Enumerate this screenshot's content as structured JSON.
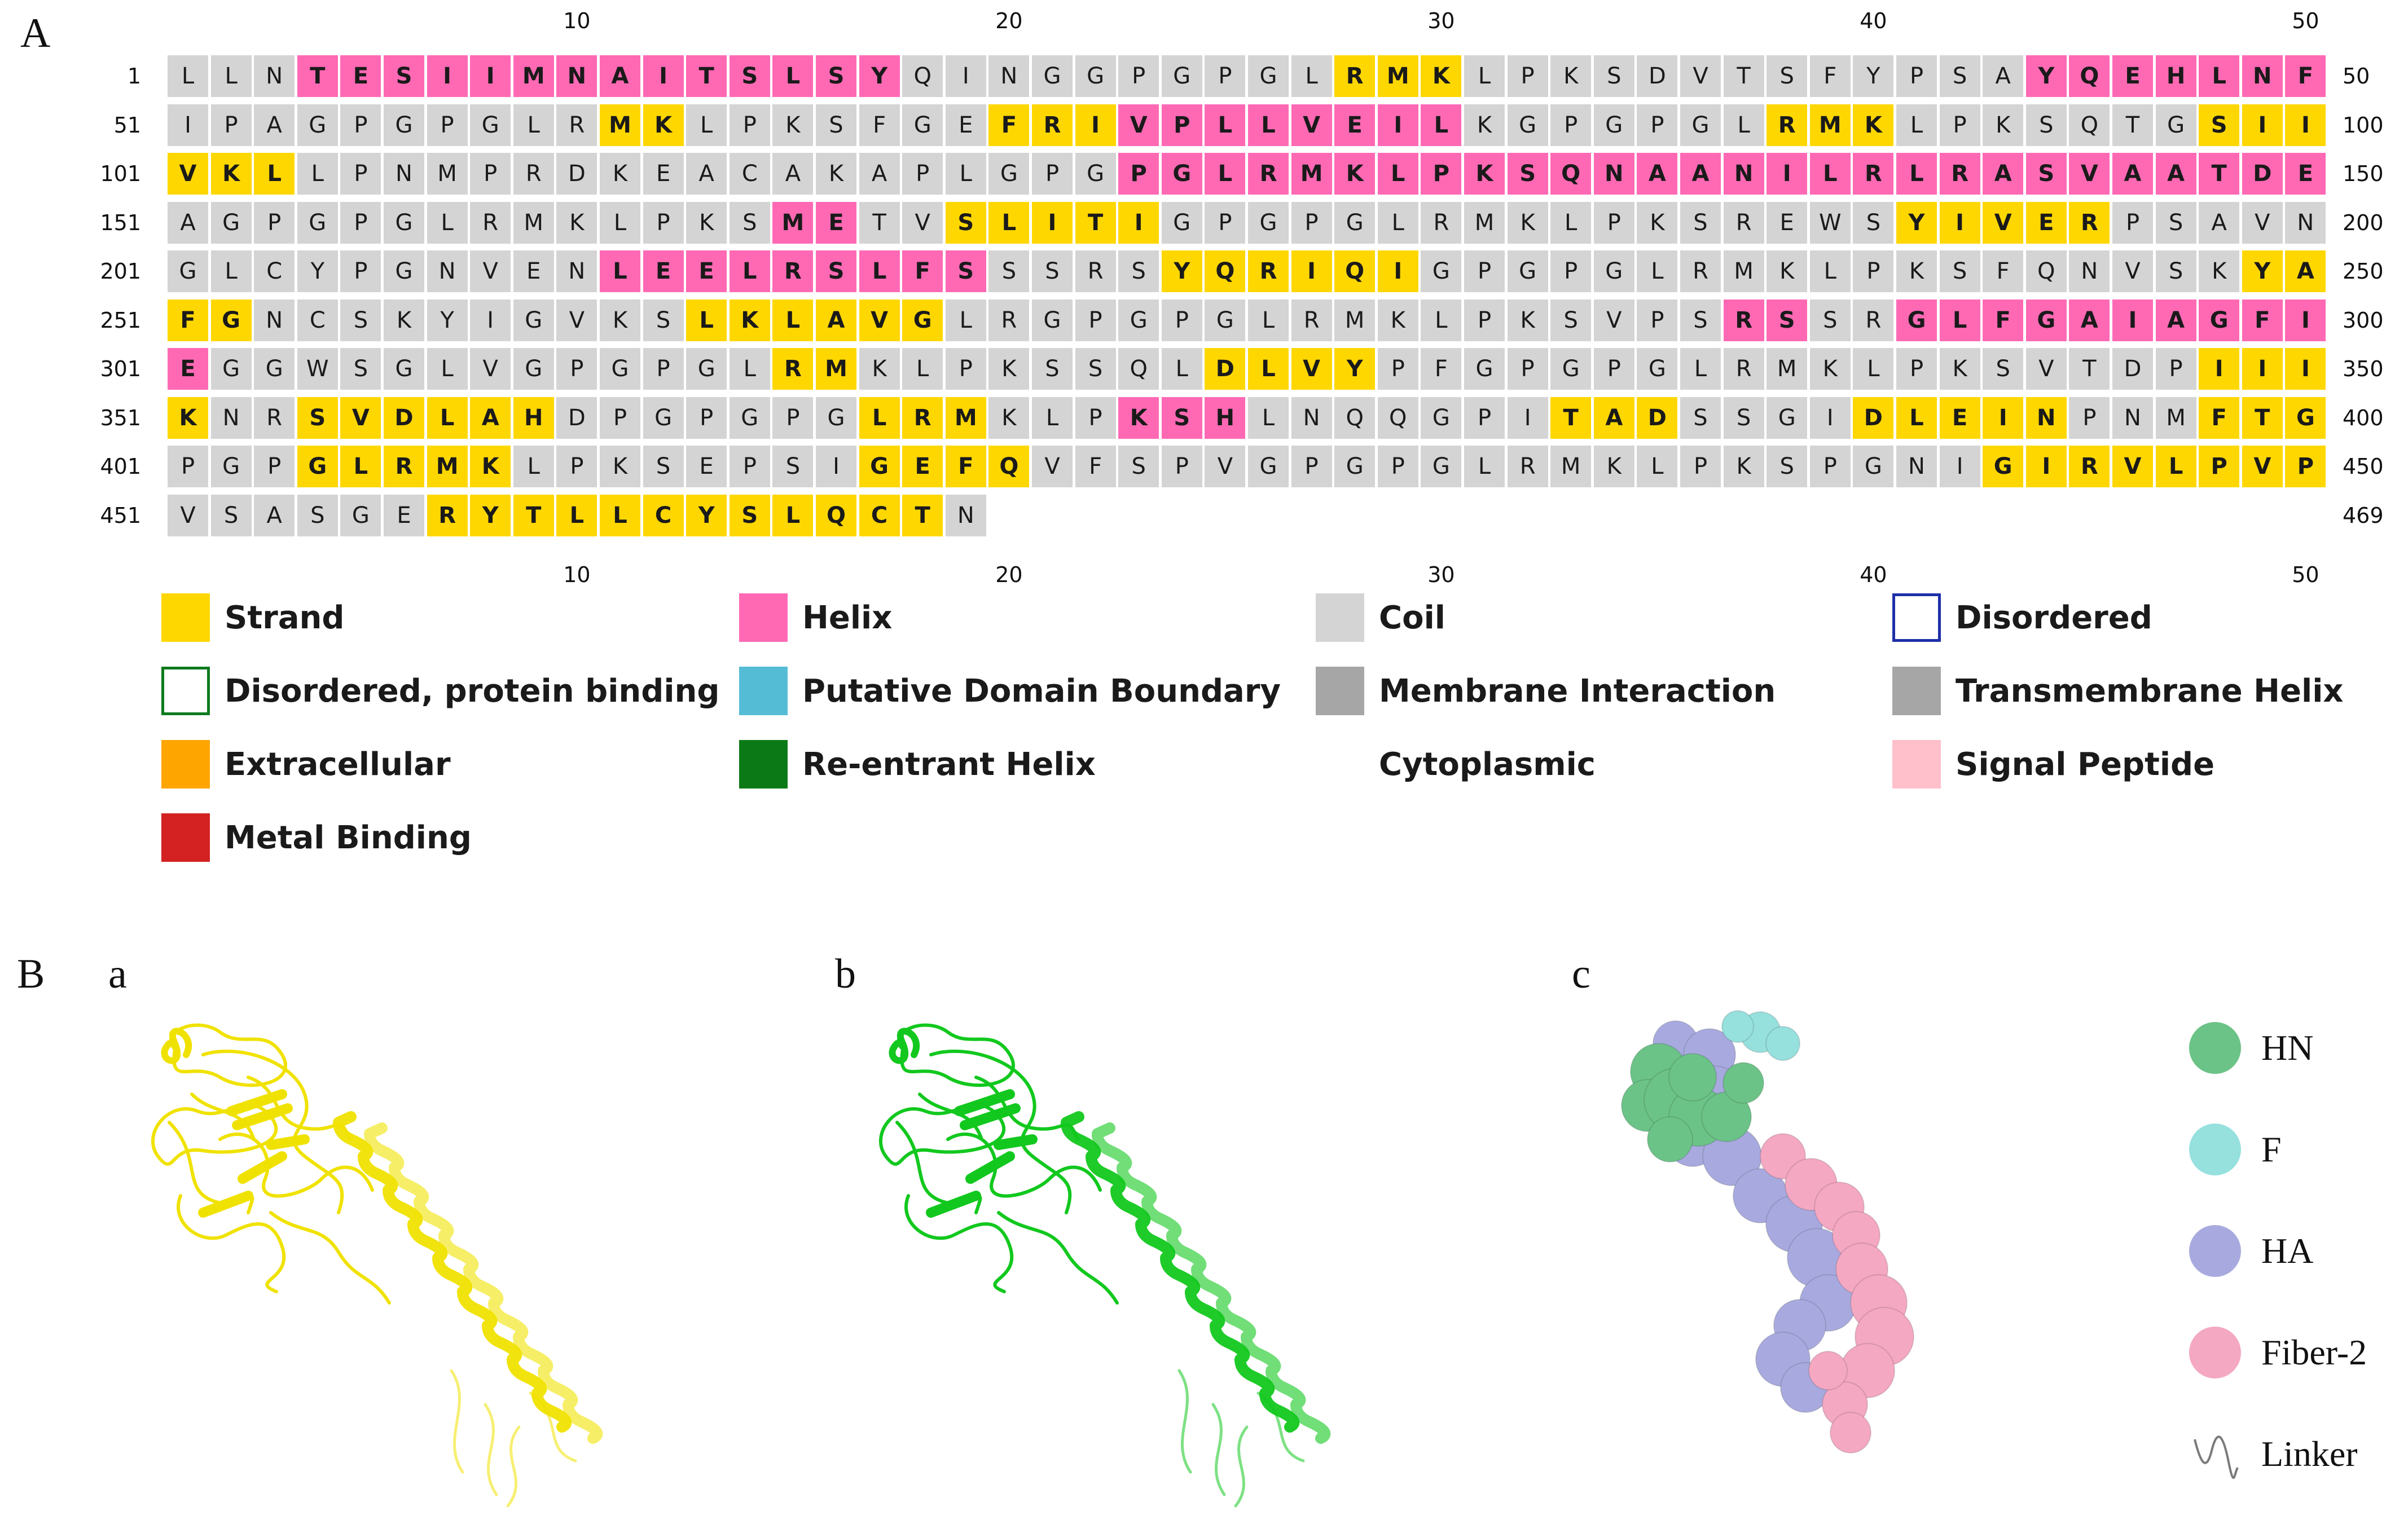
{
  "panel_a_label": "A",
  "panel_b_label": "B",
  "column_numbers": [
    "10",
    "20",
    "30",
    "40",
    "50"
  ],
  "rows": [
    {
      "start": "1",
      "end": "50",
      "seq": "LLNTESIIMNAITSLSYQINGGPGPGLRMKLPKSDVTSFYPSAYQEHLNF",
      "ss": "CCCHHHHHHHHHHHHHHCCCCCCCCCCEEECCCCCCCCCCCCCHHHHHHHCC"
    },
    {
      "start": "51",
      "end": "100",
      "seq": "IPAGPGPGLRMKLPKSFGEFRIVPLLVEILKGPGPGLRMKLPKSQTGSII",
      "ss": "CCCCCCCCCCEECCCCCCCEEEHHHHHHHHCCCCCCCEEECCCCCCCEEE"
    },
    {
      "start": "101",
      "end": "150",
      "seq": "VKLLPNMPRDKEACAKAPLGPGPGLRMKLPKSQNAANILRLRASVAATDE",
      "ss": "EEECCCCCCCCCCCCCCCCCCCHHHHHHHHHHHHHHHHHHHHHHHHHHHH"
    },
    {
      "start": "151",
      "end": "200",
      "seq": "AGPGPGLRMKLPKSMETVSLITIGPGPGLRMKLPKSREWSYIVERPSAVN",
      "ss": "CCCCCCCCCCCCCCHHCCEEEEECCCCCCCCCCCCCCCCCEEEEECCCCC"
    },
    {
      "start": "201",
      "end": "250",
      "seq": "GLCYPGNVENLEELRSLFSSSRSYQRIQIGPGPGLRMKLPKSFQNVSKYA",
      "ss": "CCCCCCCCCCHHHHHHHHHCCCCEEEEEECCCCCCCCCCCCCCCCCCCEE"
    },
    {
      "start": "251",
      "end": "300",
      "seq": "FGNCSKYIGVKSLKLAVGLRGPGPGLRMKLPKSVPSRSSRGLFGAIAGFI",
      "ss": "EECCCCCCCCCCEEEEEECCCCCCCCCCCCCCCCCCHHCCHHHHHHHHHH"
    },
    {
      "start": "301",
      "end": "350",
      "seq": "EGGWSGLVGPGPGLRMKLPKSSQLDLVYPFGPGPGLRMKLPKSVTDPIII",
      "ss": "HCCCCCCCCCCCCCEECCCCCCCCEEEECCCCCCCCCCCCCCCCCCCEEE"
    },
    {
      "start": "351",
      "end": "400",
      "seq": "KNRSVDLAHDPGPGPGLRMKLPKSHLNQQGPITADSSGIDLEINPNMFTG",
      "ss": "ECCEEEEEECCCCCCCEEECCCHHHCCCCCCCEEECCCCEEEEECCCEEE"
    },
    {
      "start": "401",
      "end": "450",
      "seq": "PGPGLRMKLPKSEPSIGEFQVFSPVGPGPGLRMKLPKSPGNIGIRVLPVP",
      "ss": "CCCEEEEECCCCCCCCEEEECCCCCCCCCCCCCCCCCCCCCCEEEEEEEE"
    },
    {
      "start": "451",
      "end": "469",
      "seq": "VSASGERYTLLCYSLQCTN",
      "ss": "CCCCCCEEEEEEEEEEEEC"
    }
  ],
  "legend": [
    {
      "label": "Strand",
      "fill": "#ffd700",
      "border": "none"
    },
    {
      "label": "Helix",
      "fill": "#ff69b4",
      "border": "none"
    },
    {
      "label": "Coil",
      "fill": "#d4d4d4",
      "border": "none"
    },
    {
      "label": "Disordered",
      "fill": "#ffffff",
      "border": "#1e2fa8"
    },
    {
      "label": "Disordered, protein binding",
      "fill": "#ffffff",
      "border": "#0e7a1e"
    },
    {
      "label": "Putative Domain Boundary",
      "fill": "#55bcd6",
      "border": "none"
    },
    {
      "label": "Membrane Interaction",
      "fill": "#a6a6a6",
      "border": "none"
    },
    {
      "label": "Transmembrane Helix",
      "fill": "#a6a6a6",
      "border": "none"
    },
    {
      "label": "Extracellular",
      "fill": "#ffa500",
      "border": "none"
    },
    {
      "label": "Re-entrant Helix",
      "fill": "#0b7a16",
      "border": "none"
    },
    {
      "label": "Cytoplasmic",
      "fill": "#ffffff",
      "border": "none"
    },
    {
      "label": "Signal Peptide",
      "fill": "#ffbfcb",
      "border": "none"
    },
    {
      "label": "Metal Binding",
      "fill": "#d42222",
      "border": "none"
    }
  ],
  "structure_panels": [
    {
      "label": "a",
      "color": "#f0e200"
    },
    {
      "label": "b",
      "color": "#12c81e"
    },
    {
      "label": "c",
      "color": ""
    }
  ],
  "domain_legend": [
    {
      "label": "HN",
      "color": "#6cc388"
    },
    {
      "label": "F",
      "color": "#96e0de"
    },
    {
      "label": "HA",
      "color": "#a8aadf"
    },
    {
      "label": "Fiber-2",
      "color": "#f4a8c2"
    },
    {
      "label": "Linker",
      "color": "#7a7a7a"
    }
  ]
}
